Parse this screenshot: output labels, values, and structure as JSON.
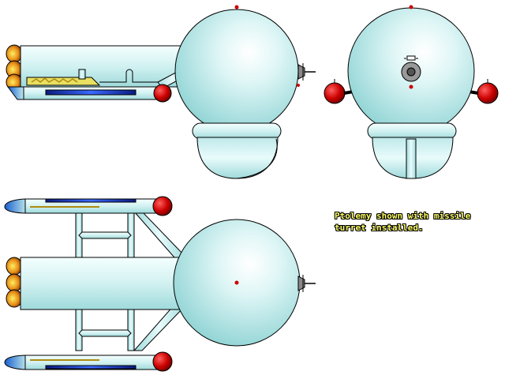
{
  "caption": "Ptolemy shown with missile\nturret installed.",
  "colors": {
    "hull_light": "#f0ffff",
    "hull_mid": "#bfe9ea",
    "hull_dark": "#7fc8ca",
    "outline": "#000000",
    "nacelle_cap": "#cc0000",
    "blue_glow": "#1a3fd9",
    "tip_blue": "#3a8ef0",
    "engine_fire": "#e8a020",
    "yellow_panel": "#e8e060"
  },
  "views": [
    "side-view",
    "front-view",
    "top-view"
  ]
}
